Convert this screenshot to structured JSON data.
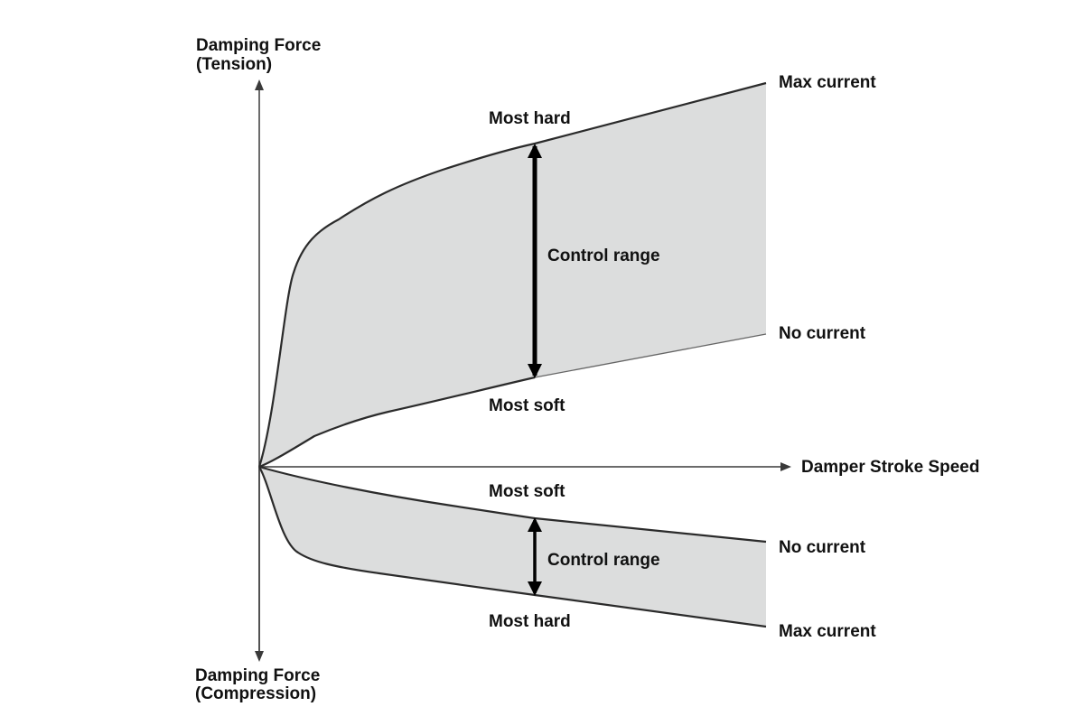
{
  "diagram": {
    "y_axis_top_label": [
      "Damping Force",
      "(Tension)"
    ],
    "y_axis_bottom_label": [
      "Damping Force",
      "(Compression)"
    ],
    "x_axis_label": "Damper Stroke Speed",
    "tension": {
      "most_hard": "Most hard",
      "most_soft": "Most soft",
      "control_range": "Control range",
      "max_current": "Max current",
      "no_current": "No current"
    },
    "compression": {
      "most_soft": "Most soft",
      "most_hard": "Most hard",
      "control_range": "Control range",
      "no_current": "No current",
      "max_current": "Max current"
    },
    "colors": {
      "band_fill": "#dcdddd",
      "curve": "#2b2b2b",
      "axis": "#3a3a3a",
      "arrow": "#000000",
      "text": "#111111"
    }
  }
}
